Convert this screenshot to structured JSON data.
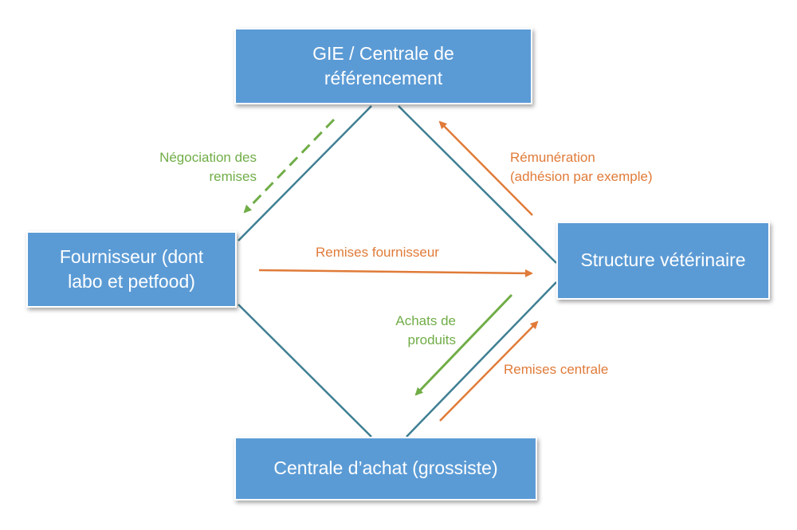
{
  "colors": {
    "node_fill": "#5b9bd5",
    "diamond_line": "#3f7f93",
    "orange": "#e07b39",
    "green": "#70ad47"
  },
  "nodes": {
    "gie": "GIE / Centrale de\nréférencement",
    "fournisseur": "Fournisseur (dont\nlabo et petfood)",
    "structure": "Structure vétérinaire",
    "centrale": "Centrale d’achat (grossiste)"
  },
  "edges": {
    "negociation": "Négociation des\nremises",
    "remuneration": "Rémunération\n(adhésion par exemple)",
    "remises_fournisseur": "Remises fournisseur",
    "achats": "Achats de\nproduits",
    "remises_centrale": "Remises centrale"
  }
}
